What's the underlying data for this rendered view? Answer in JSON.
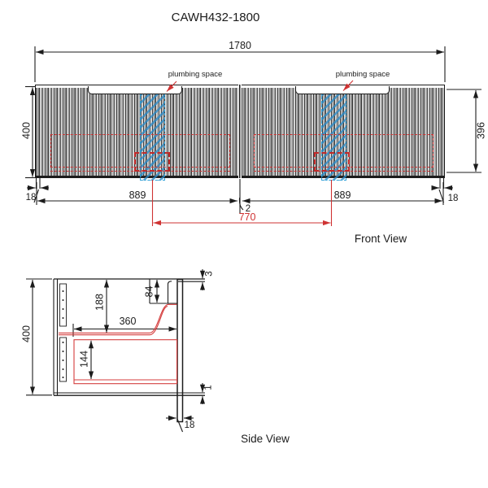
{
  "title": "CAWH432-1800",
  "front": {
    "label": "Front View",
    "overall_width": "1780",
    "height_left": "400",
    "height_right": "396",
    "door_width_left": "889",
    "door_width_right": "889",
    "center_gap": "2",
    "plumbing_centres": "770",
    "leg_left": "18",
    "leg_right": "18",
    "plumbing_label_left": "plumbing space",
    "plumbing_label_right": "plumbing space"
  },
  "side": {
    "label": "Side View",
    "height": "400",
    "top_to_shelf": "188",
    "plumbing_recess_height": "84",
    "internal_depth": "360",
    "drawer_internal_height": "144",
    "top_clearance": "3",
    "bottom_clearance": "1",
    "panel_thickness": "18"
  },
  "colors": {
    "line": "#1c1c1c",
    "dimension_red": "#cf3333",
    "plumbing_blue": "#2da0d8"
  }
}
